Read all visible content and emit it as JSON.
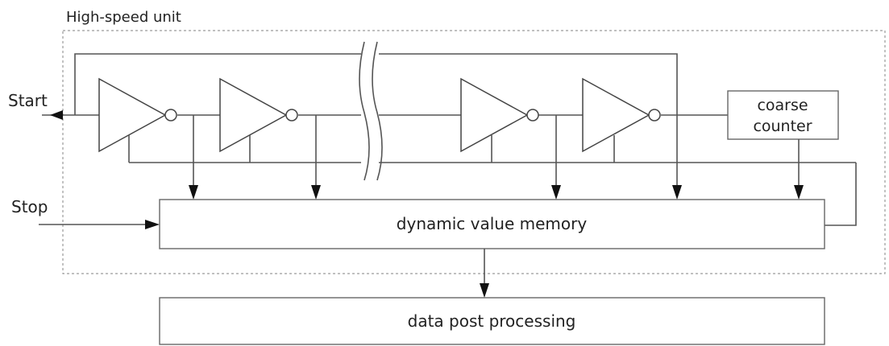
{
  "diagram": {
    "group_label": "High-speed unit",
    "start_label": "Start",
    "stop_label": "Stop",
    "counter_label_line1": "coarse",
    "counter_label_line2": "counter",
    "memory_label": "dynamic value memory",
    "post_label": "data post processing"
  }
}
